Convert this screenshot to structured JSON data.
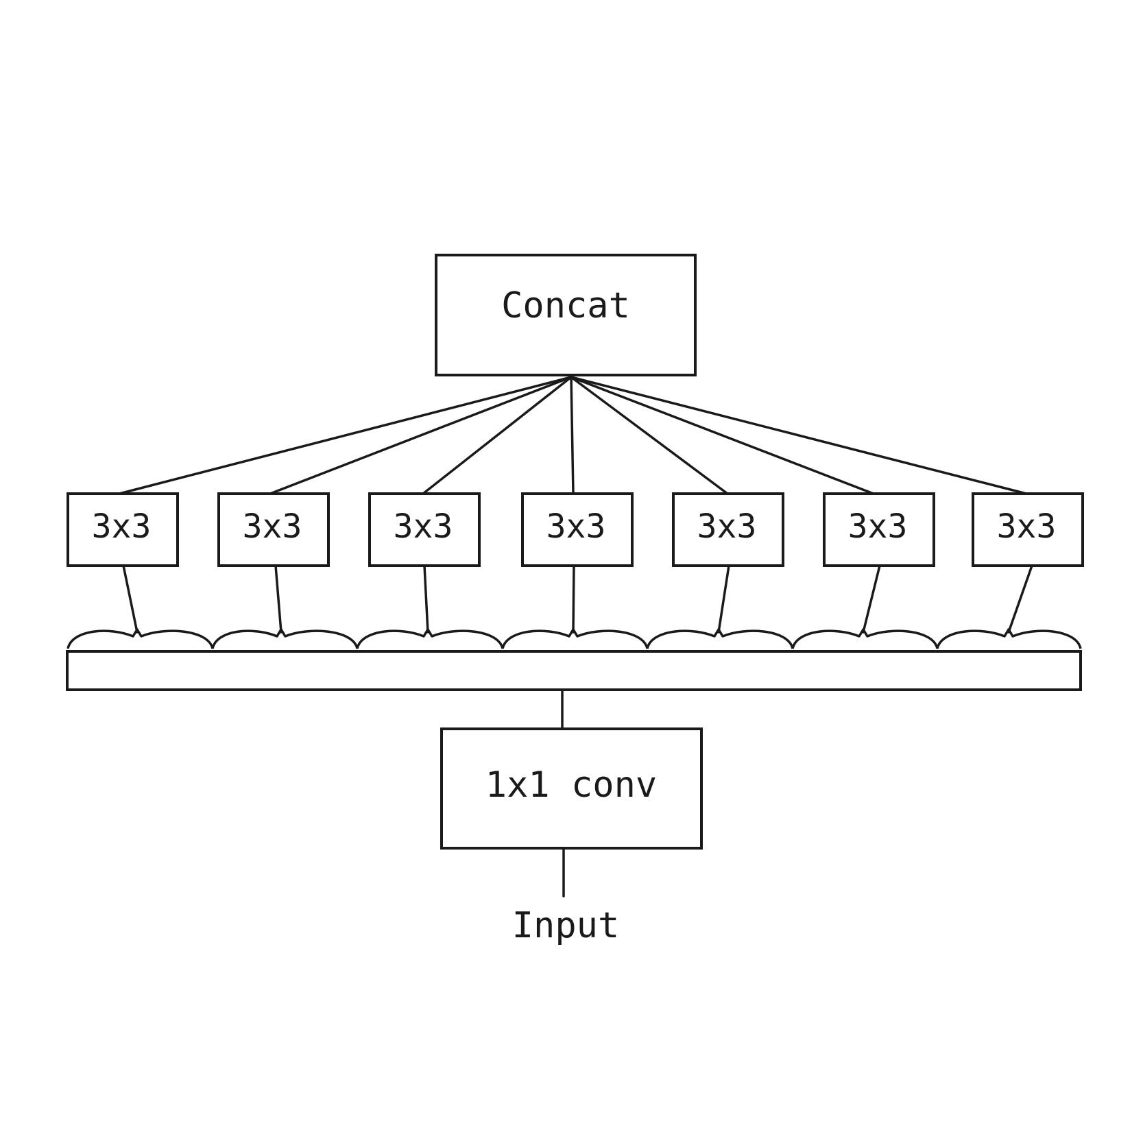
{
  "nodes": {
    "concat": "Concat",
    "branches": [
      "3x3",
      "3x3",
      "3x3",
      "3x3",
      "3x3",
      "3x3",
      "3x3"
    ],
    "conv": "1x1 conv",
    "input": "Input"
  },
  "colors": {
    "stroke": "#1a1a1a",
    "background": "#ffffff"
  }
}
